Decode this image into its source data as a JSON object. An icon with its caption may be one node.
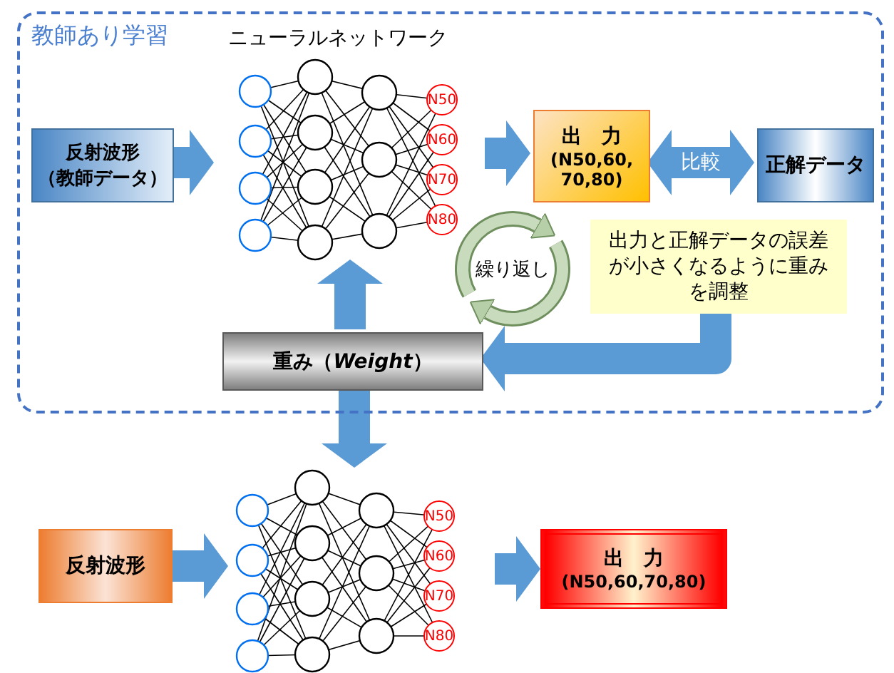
{
  "diagram": {
    "nodes": [
      {
        "text": [
          "教師あり学習"
        ]
      },
      {
        "text": [
          "反射波形（教師データ）"
        ],
        "in": 0
      },
      {
        "text": [
          "ニューラルネットワーク"
        ],
        "in": 0
      },
      {
        "text": [
          "N50"
        ],
        "in": 2
      },
      {
        "text": [
          "N60"
        ],
        "in": 2
      },
      {
        "text": [
          "N70"
        ],
        "in": 2
      },
      {
        "text": [
          "N80"
        ],
        "in": 2
      },
      {
        "text": [
          "出　力",
          "(N50,60, 70,80)"
        ],
        "in": 0
      },
      {
        "text": [
          "正解データ"
        ],
        "in": 0
      },
      {
        "text": [
          "繰り返し"
        ],
        "in": 0
      },
      {
        "text": [
          "出力と正解データの誤差が小さくなるように重みを調整"
        ],
        "in": 0
      },
      {
        "text": [
          "重み（*Weight*）"
        ],
        "in": 0
      },
      {
        "text": [
          "反射波形"
        ]
      },
      {
        "text": [],
        "shape": "picture"
      },
      {
        "text": [
          "N50"
        ],
        "in": 13
      },
      {
        "text": [
          "N60"
        ],
        "in": 13
      },
      {
        "text": [
          "N70"
        ],
        "in": 13
      },
      {
        "text": [
          "N80"
        ],
        "in": 13
      },
      {
        "text": [
          "出　力",
          "(N50,60,70,80)"
        ]
      }
    ],
    "edges": [
      {
        "from": 1,
        "to": 2,
        "arrow": "to"
      },
      {
        "from": null,
        "to": 7,
        "arrow": "to"
      },
      {
        "from": 7,
        "to": 8,
        "arrow": "both",
        "label": "比較"
      },
      {
        "from": 10,
        "to": 11,
        "arrow": "to"
      },
      {
        "from": 11,
        "to": 2,
        "arrow": "to"
      },
      {
        "from": 11,
        "to": 13,
        "arrow": "to"
      },
      {
        "from": 12,
        "to": 13,
        "arrow": "to"
      },
      {
        "from": null,
        "to": 18,
        "arrow": "to"
      }
    ]
  }
}
